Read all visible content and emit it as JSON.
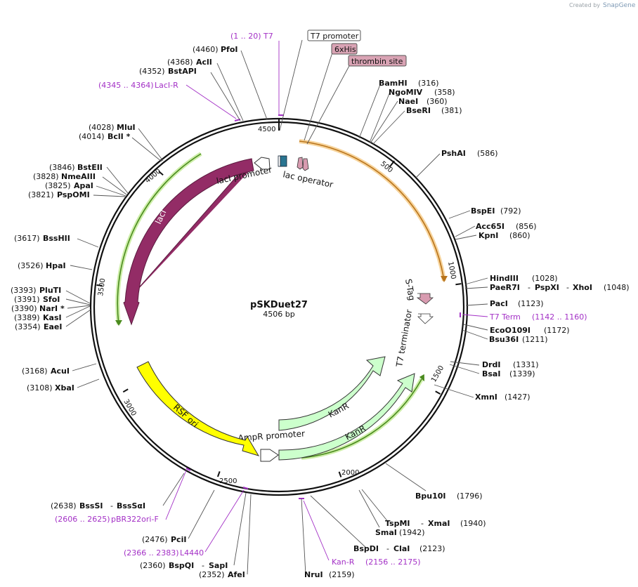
{
  "credit": {
    "prefix": "Created by",
    "brand": "SnapGene"
  },
  "plasmid": {
    "name": "pSKDuet27",
    "length_label": "4506 bp"
  },
  "ticks": [
    "500",
    "1000",
    "1500",
    "2000",
    "2500",
    "3000",
    "3500",
    "4000",
    "4500"
  ],
  "boxed_labels": {
    "t7_promoter": "T7 promoter",
    "his_tag": "6xHis",
    "thrombin": "thrombin site"
  },
  "features": {
    "lacI": "lacI",
    "lacI_promoter": "lacI promoter",
    "lac_operator": "lac operator",
    "s_tag": "S-Tag",
    "t7_terminator": "T7 terminator",
    "kanR_1": "KanR",
    "kanR_2": "KanR",
    "ampR_promoter": "AmpR promoter",
    "rsf_ori": "RSF ori"
  },
  "sites": [
    {
      "name": "PfoI",
      "pos": "(4460)"
    },
    {
      "name": "AclI",
      "pos": "(4368)"
    },
    {
      "name": "BstAPI",
      "pos": "(4352)"
    },
    {
      "name": "MluI",
      "pos": "(4028)"
    },
    {
      "name": "BclI *",
      "pos": "(4014)"
    },
    {
      "name": "BstEII",
      "pos": "(3846)"
    },
    {
      "name": "NmeAIII",
      "pos": "(3828)"
    },
    {
      "name": "ApaI",
      "pos": "(3825)"
    },
    {
      "name": "PspOMI",
      "pos": "(3821)"
    },
    {
      "name": "BssHII",
      "pos": "(3617)"
    },
    {
      "name": "HpaI",
      "pos": "(3526)"
    },
    {
      "name": "PluTI",
      "pos": "(3393)"
    },
    {
      "name": "SfoI",
      "pos": "(3391)"
    },
    {
      "name": "NarI *",
      "pos": "(3390)"
    },
    {
      "name": "KasI",
      "pos": "(3389)"
    },
    {
      "name": "EaeI",
      "pos": "(3354)"
    },
    {
      "name": "AcuI",
      "pos": "(3168)"
    },
    {
      "name": "XbaI",
      "pos": "(3108)"
    },
    {
      "name": "BssSI",
      "name2": "BssSαI",
      "pos": "(2638)"
    },
    {
      "name": "PciI",
      "pos": "(2476)"
    },
    {
      "name": "BspQI",
      "name2": "SapI",
      "pos": "(2360)"
    },
    {
      "name": "AfeI",
      "pos": "(2352)"
    },
    {
      "name": "NruI",
      "pos": "(2159)"
    },
    {
      "name": "BspDI",
      "name2": "ClaI",
      "pos": "(2123)"
    },
    {
      "name": "SmaI",
      "pos": "(1942)"
    },
    {
      "name": "TspMI",
      "name2": "XmaI",
      "pos": "(1940)"
    },
    {
      "name": "Bpu10I",
      "pos": "(1796)"
    },
    {
      "name": "XmnI",
      "pos": "(1427)"
    },
    {
      "name": "BsaI",
      "pos": "(1339)"
    },
    {
      "name": "DrdI",
      "pos": "(1331)"
    },
    {
      "name": "Bsu36I",
      "pos": "(1211)"
    },
    {
      "name": "EcoO109I",
      "pos": "(1172)"
    },
    {
      "name": "PacI",
      "pos": "(1123)"
    },
    {
      "name": "PaeR7I",
      "name2": "PspXI",
      "name3": "XhoI",
      "pos": "(1048)"
    },
    {
      "name": "HindIII",
      "pos": "(1028)"
    },
    {
      "name": "KpnI",
      "pos": "(860)"
    },
    {
      "name": "Acc65I",
      "pos": "(856)"
    },
    {
      "name": "BspEI",
      "pos": "(792)"
    },
    {
      "name": "PshAI",
      "pos": "(586)"
    },
    {
      "name": "BseRI",
      "pos": "(381)"
    },
    {
      "name": "NaeI",
      "pos": "(360)"
    },
    {
      "name": "NgoMIV",
      "pos": "(358)"
    },
    {
      "name": "BamHI",
      "pos": "(316)"
    }
  ],
  "primers": [
    {
      "range": "(1 .. 20)",
      "name": "T7"
    },
    {
      "range": "(4345 .. 4364)",
      "name": "LacI-R"
    },
    {
      "name": "T7 Term",
      "range": "(1142 .. 1160)"
    },
    {
      "name": "Kan-R",
      "range": "(2156 .. 2175)"
    },
    {
      "range": "(2366 .. 2383)",
      "name": "L4440"
    },
    {
      "range": "(2606 .. 2625)",
      "name": "pBR322ori-F"
    }
  ],
  "colors": {
    "lacI": "#932c66",
    "rsf_ori": "#ffff00",
    "kanR": "#ccffcc",
    "orange_arc": "#f0a93b",
    "green_arc": "#90cc5a",
    "primer": "#a330c6",
    "s_tag": "#d89bb0",
    "lac_op": "#2a7591"
  }
}
